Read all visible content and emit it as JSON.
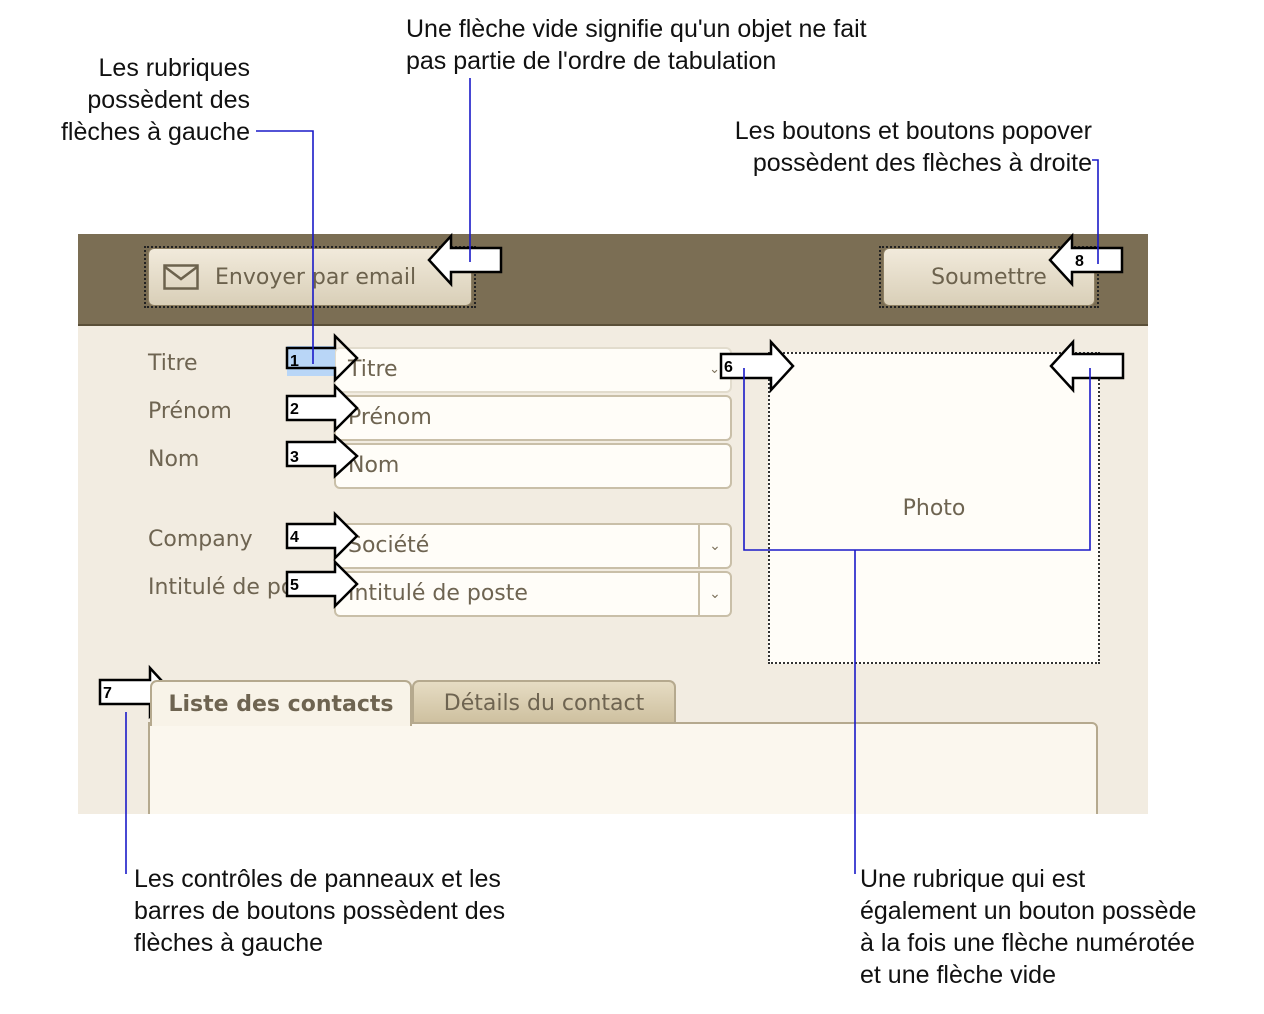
{
  "callouts": {
    "rubriques": [
      "Les rubriques",
      "possèdent des",
      "flèches à gauche"
    ],
    "fleche_vide": [
      "Une flèche vide signifie qu'un objet ne fait",
      "pas partie de l'ordre de tabulation"
    ],
    "boutons": [
      "Les boutons et boutons popover",
      "possèdent des flèches à droite"
    ],
    "panneaux": [
      "Les contrôles de panneaux et les",
      "barres de boutons possèdent des",
      "flèches à gauche"
    ],
    "rubrique_bouton": [
      "Une rubrique qui est",
      "également un bouton possède",
      "à la fois une flèche numérotée",
      "et une flèche vide"
    ]
  },
  "toolbar": {
    "email_label": "Envoyer par email",
    "email_icon": "envelope-icon",
    "submit_label": "Soumettre"
  },
  "form": {
    "labels": {
      "titre": "Titre",
      "prenom": "Prénom",
      "nom": "Nom",
      "company": "Company",
      "poste": "Intitulé de po"
    },
    "titre_value": "Titre",
    "prenom_placeholder": "Prénom",
    "nom_placeholder": "Nom",
    "societe_value": "Société",
    "poste_value": "Intitulé de poste",
    "photo_label": "Photo"
  },
  "tabs": [
    {
      "label": "Liste des contacts",
      "selected": true
    },
    {
      "label": "Détails du contact",
      "selected": false
    }
  ],
  "tab_order_numbers": [
    "1",
    "2",
    "3",
    "4",
    "5",
    "6",
    "7",
    "8"
  ],
  "colors": {
    "toolbar": "#7b6e54",
    "background": "#f2ece1",
    "label_text": "#6e6451",
    "callout_line": "#1a1ac8",
    "focus_highlight": "#b9d6f7"
  }
}
